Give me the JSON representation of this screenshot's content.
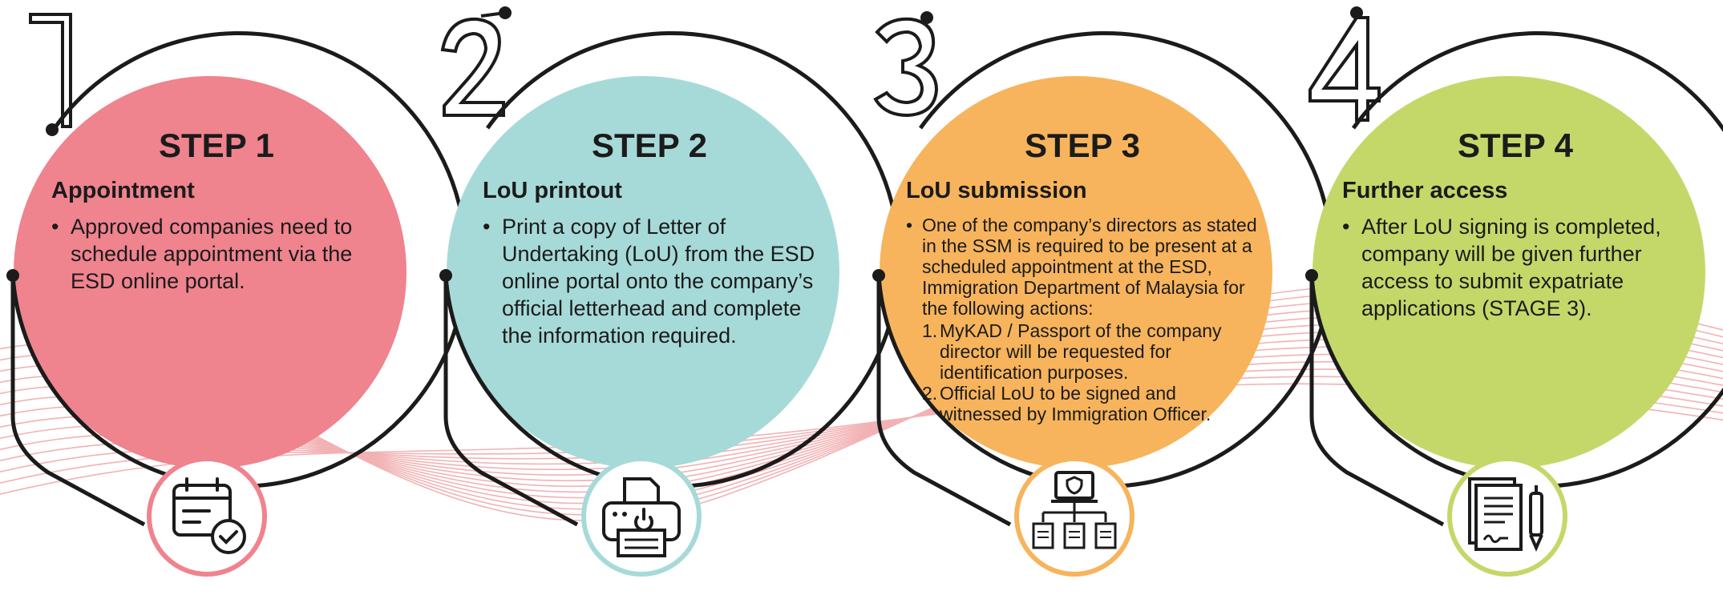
{
  "colors": {
    "step1": "#ef838e",
    "step2": "#a6dad8",
    "step3": "#f7b45c",
    "step4": "#c4d86a",
    "outline": "#1b1b1b",
    "waves": "#f2b2b4"
  },
  "steps": [
    {
      "number": "1",
      "title": "STEP 1",
      "subtitle": "Appointment",
      "bullet": "Approved companies need to schedule appointment via the ESD online portal.",
      "icon": "calendar-check-icon"
    },
    {
      "number": "2",
      "title": "STEP 2",
      "subtitle": "LoU printout",
      "bullet": "Print a copy of Letter of Undertaking (LoU) from the ESD online portal onto the company’s official letterhead and complete the information required.",
      "icon": "printer-icon"
    },
    {
      "number": "3",
      "title": "STEP 3",
      "subtitle": "LoU submission",
      "bullet": "One of the company’s directors as stated in the SSM is required to be present at a scheduled appointment at the ESD, Immigration Department of Malaysia for the following actions:",
      "items": [
        {
          "num": "1.",
          "text": "MyKAD / Passport of the company director will be requested for identification purposes."
        },
        {
          "num": "2.",
          "text": "Official LoU to be signed and witnessed by Immigration Officer."
        }
      ],
      "icon": "laptop-network-icon"
    },
    {
      "number": "4",
      "title": "STEP 4",
      "subtitle": "Further access",
      "bullet": "After LoU signing is completed, company will be given further access to submit expatriate applications (STAGE 3).",
      "icon": "signed-document-icon"
    }
  ],
  "bullet_symbol": "•"
}
